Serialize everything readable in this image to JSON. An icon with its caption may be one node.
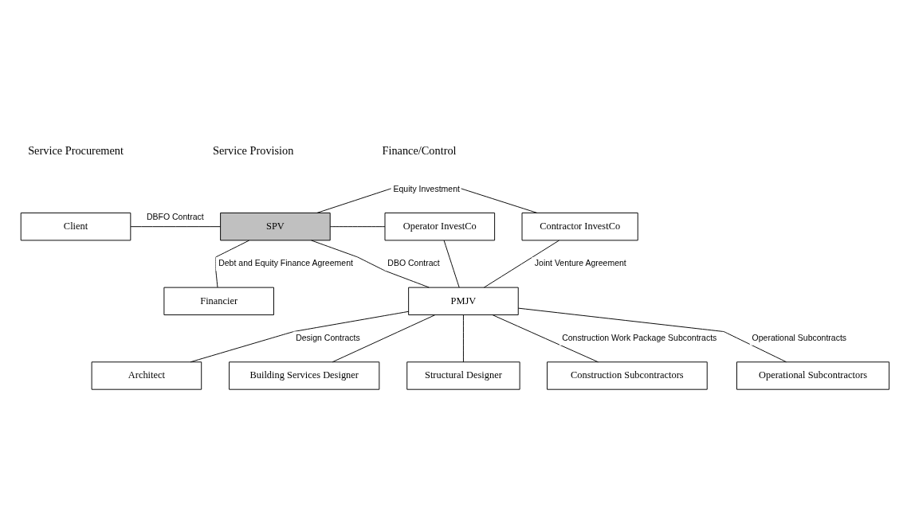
{
  "diagram": {
    "nodes": [
      {
        "text": [
          "Client"
        ]
      },
      {
        "text": [
          "SPV"
        ]
      },
      {
        "text": [
          "Contractor InvestCo"
        ]
      },
      {
        "text": [
          "Operator InvestCo"
        ]
      },
      {
        "text": [
          "Financier"
        ]
      },
      {
        "text": [
          "PMJV"
        ]
      },
      {
        "text": [
          "Architect"
        ]
      },
      {
        "text": [
          "Building Services Designer"
        ]
      },
      {
        "text": [
          "Structural Designer"
        ]
      },
      {
        "text": [
          "Construction Subcontractors"
        ]
      },
      {
        "text": [
          "Operational Subcontractors"
        ]
      }
    ],
    "edges": [
      {
        "from": 0,
        "to": 1,
        "arrow": "none",
        "label": "DBFO Contract"
      },
      {
        "from": 1,
        "to": 2,
        "arrow": "none",
        "label": "Equity Investment"
      },
      {
        "from": 1,
        "to": 3,
        "arrow": "none"
      },
      {
        "from": 1,
        "to": 4,
        "arrow": "none",
        "label": "Debt and Equity Finance Agreement"
      },
      {
        "from": 1,
        "to": 5,
        "arrow": "none",
        "label": "DBO Contract"
      },
      {
        "from": 5,
        "to": 2,
        "arrow": "none",
        "label": "Joint Venture Agreement"
      },
      {
        "from": 5,
        "to": 3,
        "arrow": "none"
      },
      {
        "from": 5,
        "to": 6,
        "arrow": "none",
        "label": "Design Contracts"
      },
      {
        "from": 5,
        "to": 7,
        "arrow": "none"
      },
      {
        "from": 5,
        "to": 8,
        "arrow": "none"
      },
      {
        "from": 5,
        "to": 9,
        "arrow": "none",
        "label": "Construction Work Package Subcontracts"
      },
      {
        "from": 5,
        "to": 10,
        "arrow": "none",
        "label": "Operational Subcontracts"
      }
    ],
    "labels": [
      "Service Procurement",
      "Service Provision",
      "Finance/Control"
    ]
  }
}
